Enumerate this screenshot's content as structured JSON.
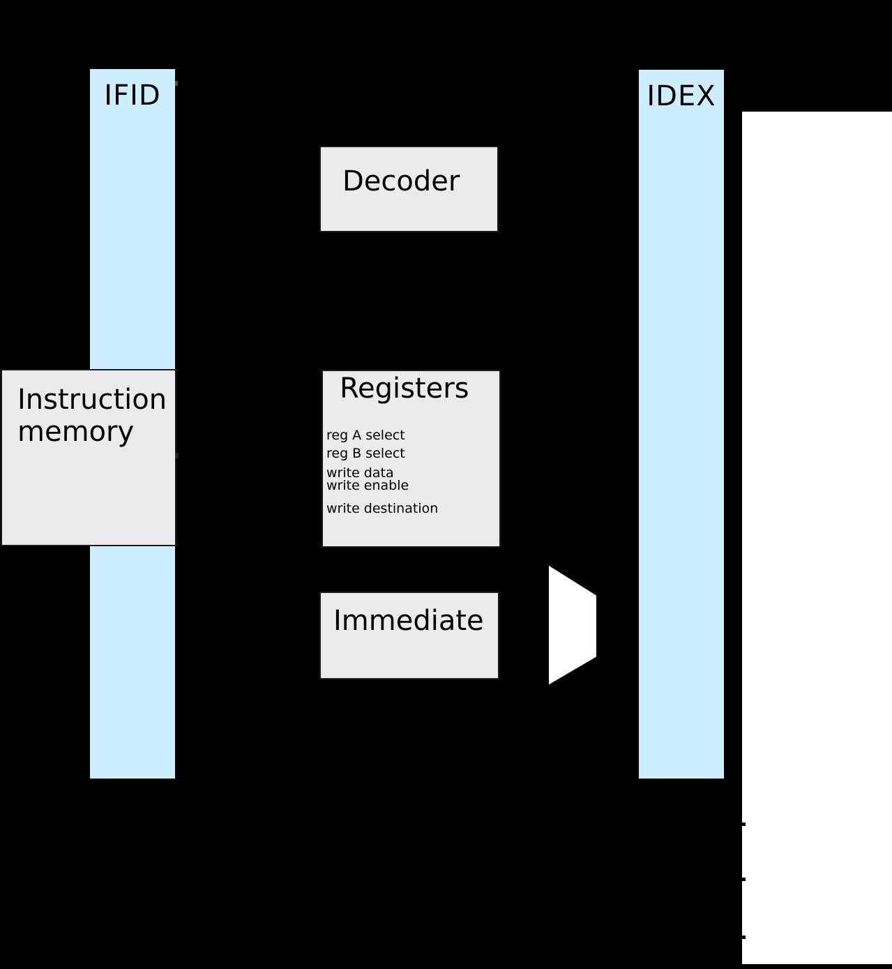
{
  "diagram": {
    "colors": {
      "background": "#000000",
      "panel": "#ffffff",
      "pipeline_register_fill": "#cceeff",
      "block_fill": "#ebebeb",
      "border": "#000000",
      "mux_fill": "#ffffff"
    },
    "pipeline_registers": [
      {
        "label": "IFID"
      },
      {
        "label": "IDEX"
      }
    ],
    "blocks": {
      "instruction_memory": {
        "line1": "Instruction",
        "line2": "memory"
      },
      "decoder": {
        "label": "Decoder"
      },
      "registers": {
        "title": "Registers",
        "ports": [
          "reg A select",
          "reg B select",
          "write data",
          "write enable",
          "write destination"
        ]
      },
      "immediate": {
        "label": "Immediate"
      }
    }
  }
}
